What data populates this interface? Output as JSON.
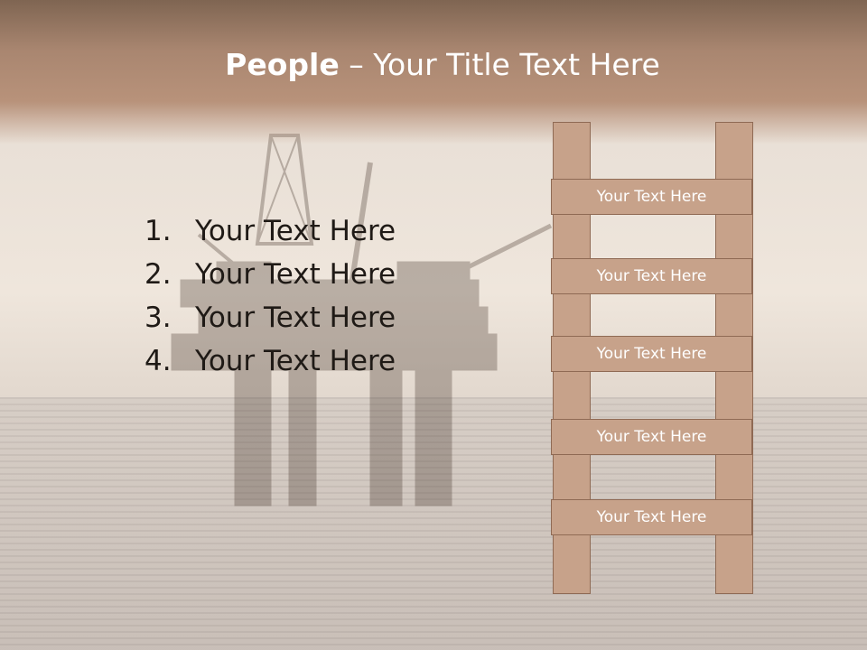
{
  "title": {
    "bold": "People",
    "rest": " – Your Title Text Here"
  },
  "list": [
    {
      "num": "1.",
      "text": "Your Text Here"
    },
    {
      "num": "2.",
      "text": "Your Text Here"
    },
    {
      "num": "3.",
      "text": "Your Text Here"
    },
    {
      "num": "4.",
      "text": "Your Text Here"
    }
  ],
  "ladder": {
    "rungs": [
      "Your Text Here",
      "Your Text Here",
      "Your Text Here",
      "Your Text Here",
      "Your Text Here"
    ]
  },
  "colors": {
    "header": "#a98670",
    "ladder_fill": "#c7a28a",
    "ladder_border": "#8f6a54"
  }
}
